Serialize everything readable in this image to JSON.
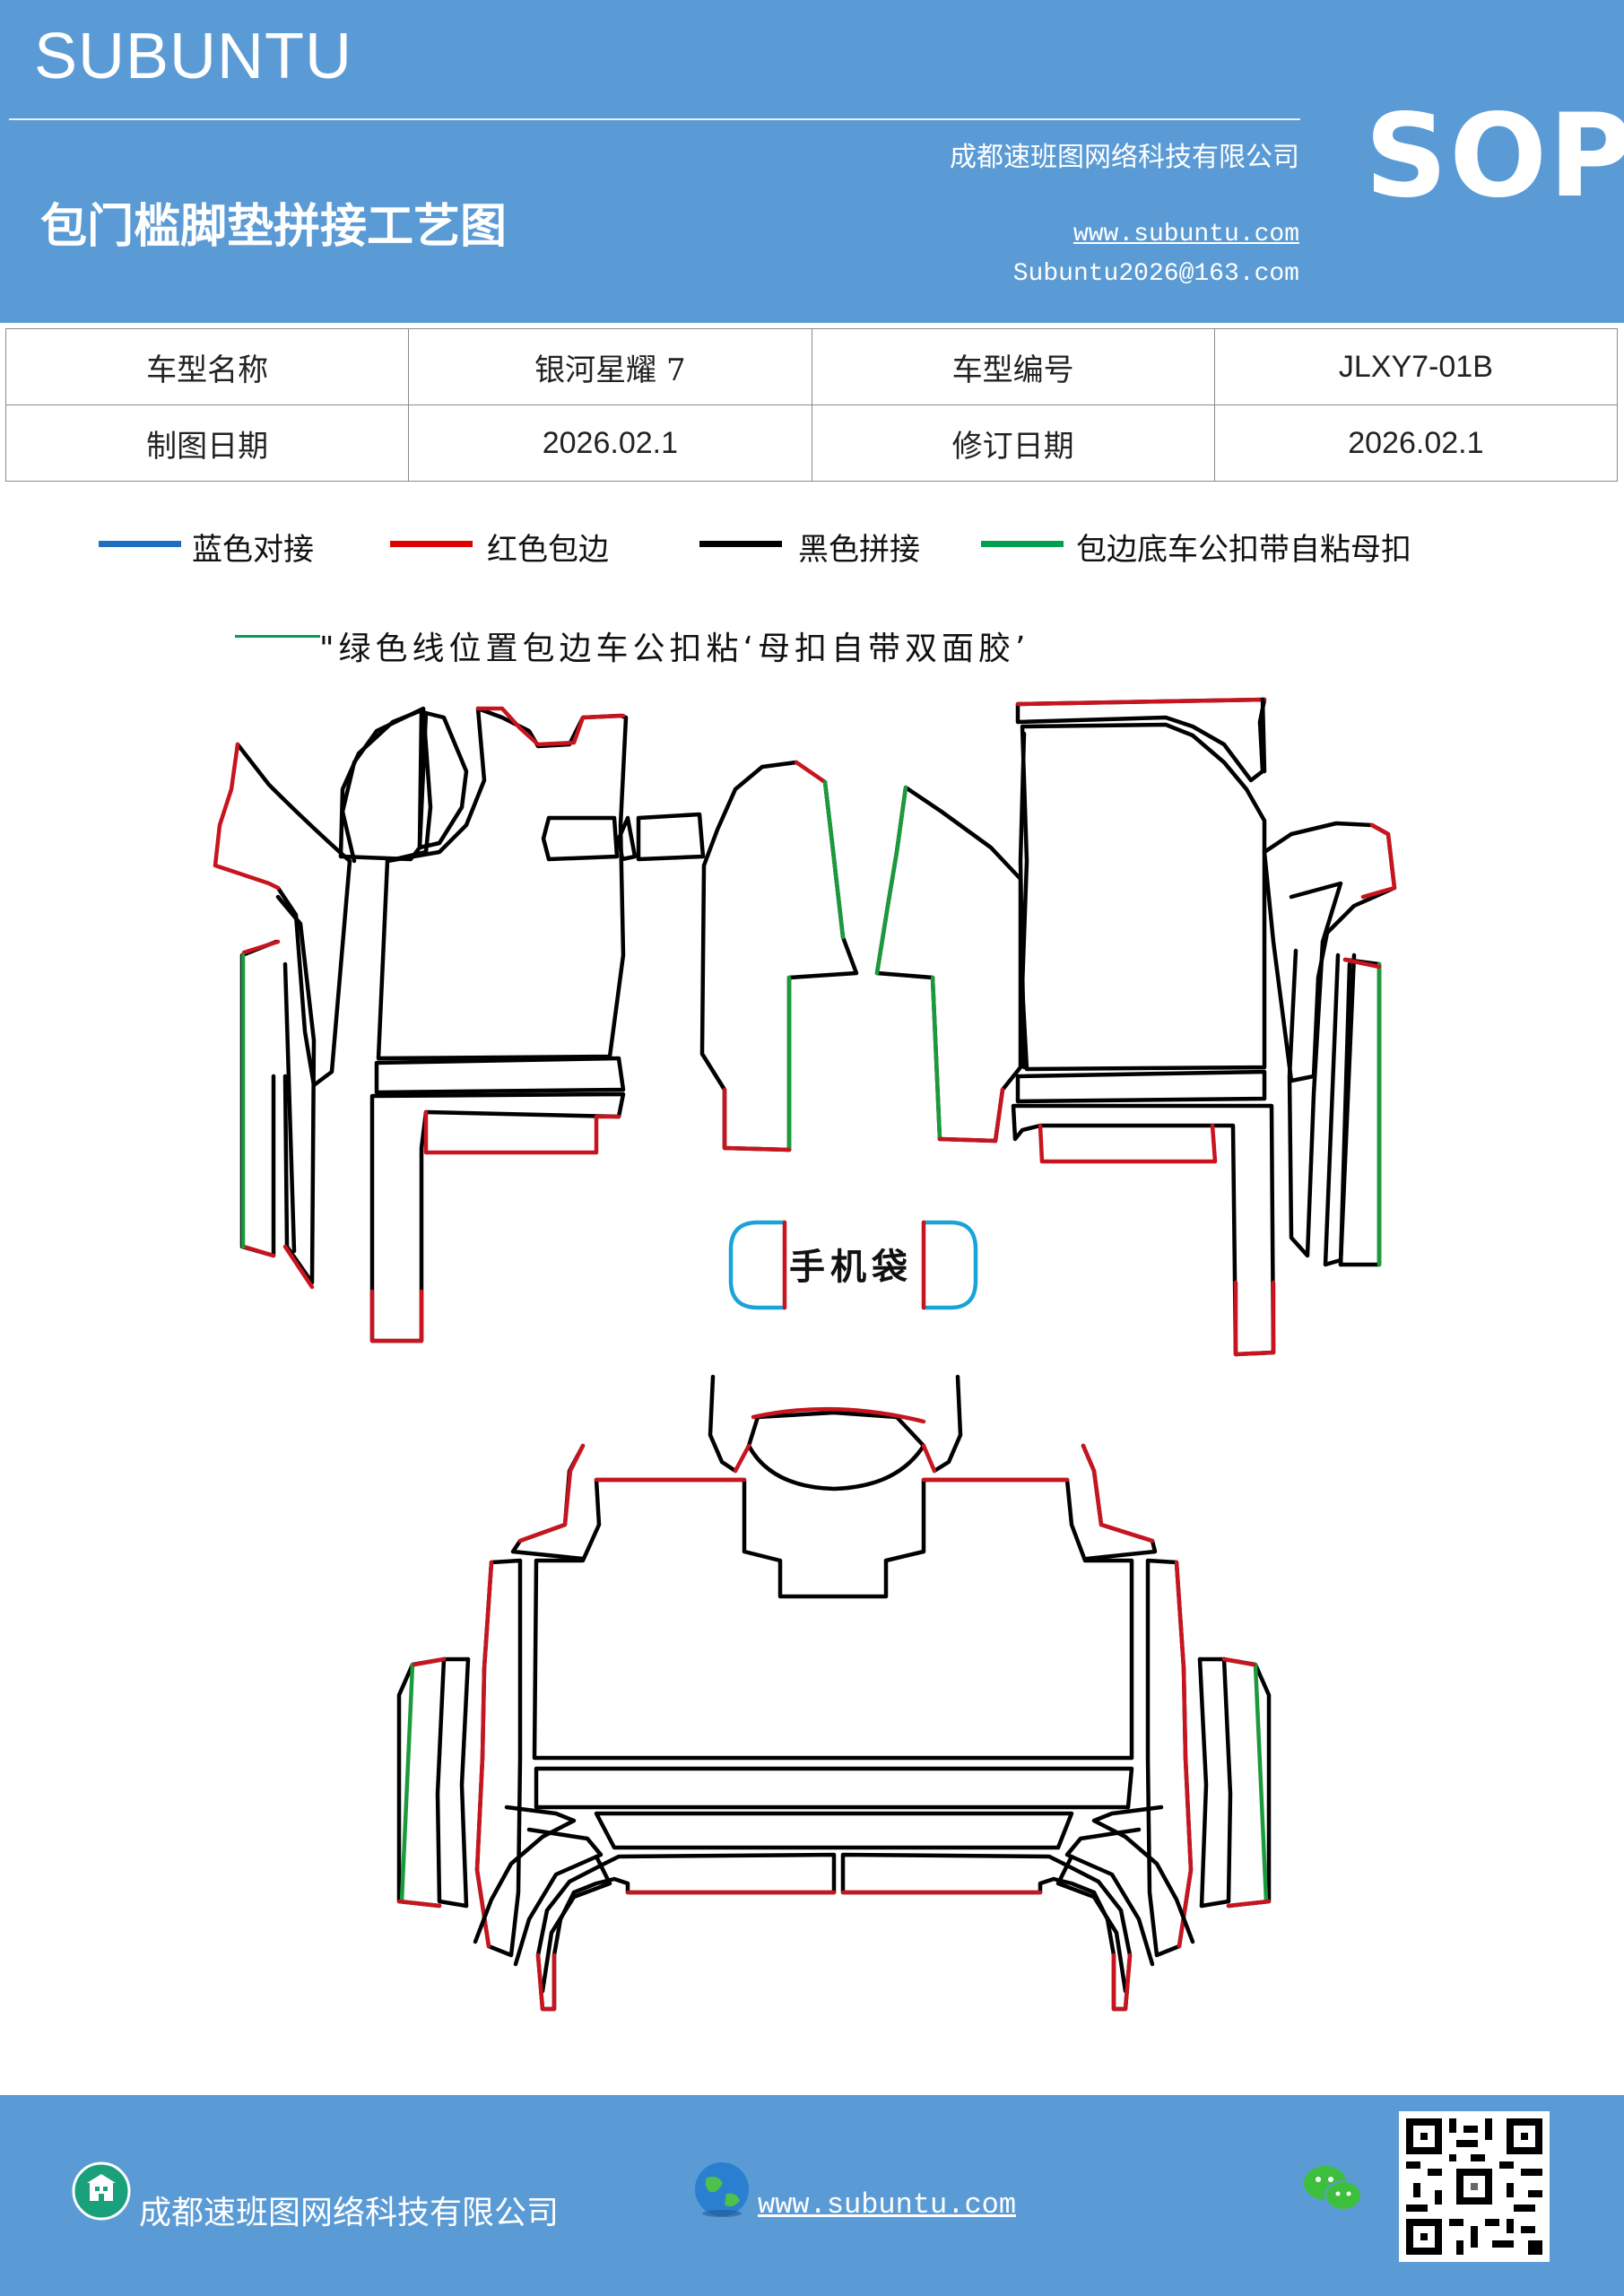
{
  "header": {
    "brand": "SUBUNTU",
    "company": "成都速班图网络科技有限公司",
    "title": "包门槛脚垫拼接工艺图",
    "website": "www.subuntu.com",
    "email": "Subuntu2026@163.com",
    "badge": "SOP"
  },
  "info_table": {
    "row1": [
      "车型名称",
      "银河星耀 7",
      "车型编号",
      "JLXY7-01B"
    ],
    "row2": [
      "制图日期",
      "2026.02.1",
      "修订日期",
      "2026.02.1"
    ]
  },
  "legend": [
    {
      "label": "蓝色对接",
      "color": "#1f6fc0"
    },
    {
      "label": "红色包边",
      "color": "#e00000"
    },
    {
      "label": "黑色拼接",
      "color": "#000000"
    },
    {
      "label": "包边底车公扣带自粘母扣",
      "color": "#00a050"
    }
  ],
  "note": "\"绿色线位置包边车公扣粘‘母扣自带双面胶’",
  "diagram": {
    "phone_pocket_label": "手机袋",
    "colors": {
      "black": "#000000",
      "red": "#c8141e",
      "green": "#1a9a3a",
      "blue": "#1aa3d8"
    }
  },
  "footer": {
    "company": "成都速班图网络科技有限公司",
    "website": "www.subuntu.com",
    "icons": [
      "building-icon",
      "globe-icon",
      "wechat-icon",
      "qr-code"
    ]
  }
}
